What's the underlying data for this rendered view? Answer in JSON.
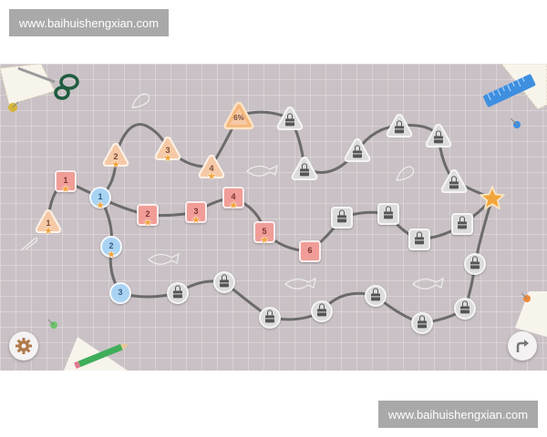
{
  "watermarks": {
    "top": "www.baihuishengxian.com",
    "bottom": "www.baihuishengxian.com"
  },
  "colors": {
    "board_bg": "#c9c1c5",
    "path": "#6b6b6b",
    "triangle_done": "#f6c9a6",
    "triangle_current": "#f4b77a",
    "square_done": "#f19d97",
    "circle_done": "#a9d3f3",
    "locked": "#dcdcdc",
    "star": "#f2a53a"
  },
  "progress_node": {
    "label": "6%",
    "icon": "triangle-progress"
  },
  "triangle_levels": [
    {
      "label": "1",
      "starred": true
    },
    {
      "label": "2",
      "starred": true
    },
    {
      "label": "3",
      "starred": true
    },
    {
      "label": "4",
      "starred": true
    }
  ],
  "square_levels": [
    {
      "label": "1",
      "starred": true
    },
    {
      "label": "2",
      "starred": true
    },
    {
      "label": "3",
      "starred": true
    },
    {
      "label": "4",
      "starred": true
    },
    {
      "label": "5",
      "starred": true
    },
    {
      "label": "6",
      "starred": false
    }
  ],
  "circle_levels": [
    {
      "label": "1",
      "starred": true
    },
    {
      "label": "2",
      "starred": true
    },
    {
      "label": "3",
      "starred": false
    }
  ],
  "locked_counts": {
    "triangles": 6,
    "squares": 4,
    "circles": 8
  },
  "goal": {
    "icon": "star-icon"
  },
  "buttons": {
    "settings": {
      "icon": "gear-icon"
    },
    "next": {
      "icon": "turn-right-arrow-icon"
    }
  },
  "decorations": [
    "scissors",
    "ruler",
    "pencil",
    "push-pin-yellow",
    "push-pin-blue",
    "push-pin-green",
    "push-pin-orange",
    "paper-sheets",
    "doodles"
  ]
}
